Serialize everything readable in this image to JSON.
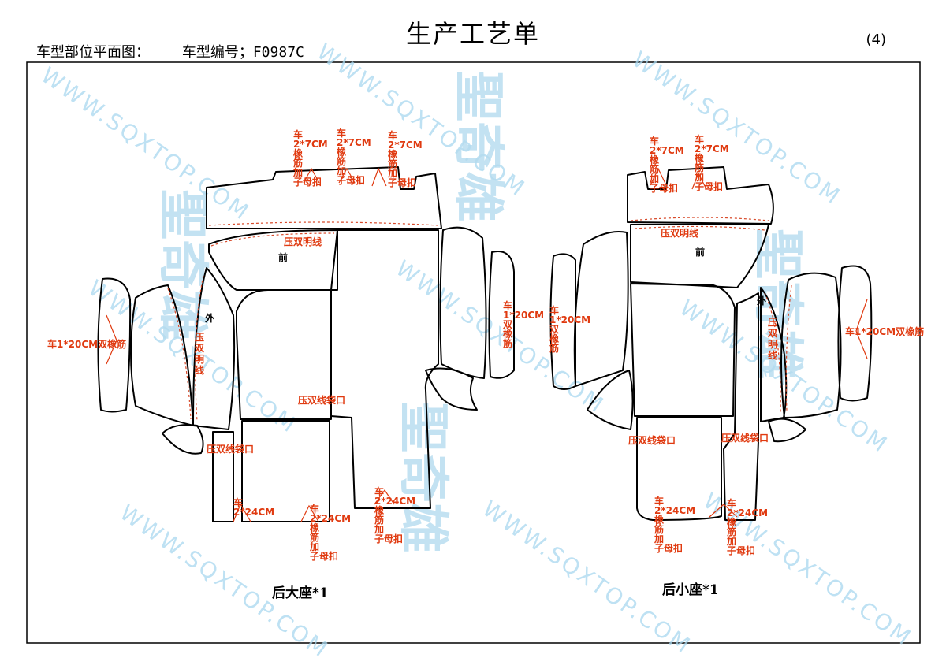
{
  "header": {
    "title": "生产工艺单",
    "left_label": "车型部位平面图：",
    "model_label": "车型编号；F0987C",
    "page_number": "(4)"
  },
  "watermark": {
    "text": "WWW.SQXTOP.COM",
    "logo": "聖奇雄"
  },
  "left_pattern": {
    "caption": "后大座*1",
    "front_label": "前",
    "outer_label": "外",
    "top_notes": [
      "车\n2*7CM\n橡\n筋\n加\n子母扣",
      "车\n2*7CM\n橡\n筋\n加\n子母扣",
      "车\n2*7CM\n橡\n筋\n加\n子母扣"
    ],
    "double_line_top": "压双明线",
    "double_line_side": "压\n双\n明\n线",
    "left_band": "车1*20CM双橡筋",
    "right_band": "车\n1*20CM\n双\n橡\n筋",
    "pocket_center": "压双线袋口",
    "pocket_left": "压双线袋口",
    "bottom_notes": [
      "车\n2*24CM",
      "车\n2*24CM\n橡\n筋\n加\n子母扣",
      "车\n2*24CM\n橡\n筋\n加\n子母扣"
    ]
  },
  "right_pattern": {
    "caption": "后小座*1",
    "front_label": "前",
    "outer_label": "外",
    "top_notes": [
      "车\n2*7CM\n橡\n筋\n加\n子母扣",
      "车\n2*7CM\n橡\n筋\n加\n子母扣"
    ],
    "double_line_top": "压双明线",
    "double_line_side": "压\n双\n明\n线",
    "left_band": "车\n1*20CM\n双\n橡\n筋",
    "right_band": "车1*20CM双橡筋",
    "pocket_left": "压双线袋口",
    "pocket_right": "压双线袋口",
    "bottom_notes": [
      "车\n2*24CM\n橡\n筋\n加\n子母扣",
      "车\n2*24CM\n橡\n筋\n加\n子母扣"
    ]
  }
}
